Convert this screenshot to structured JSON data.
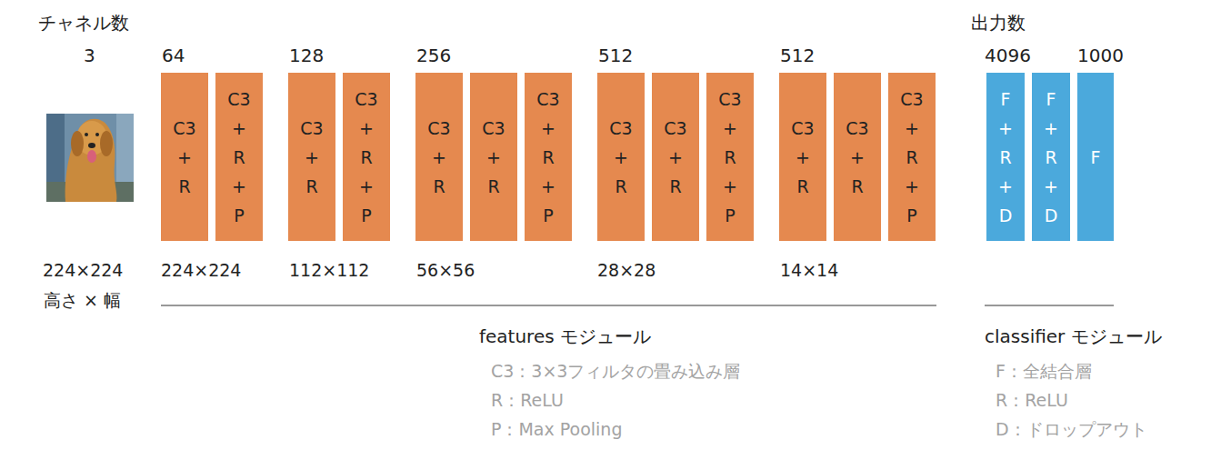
{
  "diagram": {
    "nodes": [
      {
        "text": [
          "C3 + R"
        ]
      },
      {
        "text": [
          "C3 + R + P"
        ]
      },
      {
        "text": [
          "C3 + R"
        ]
      },
      {
        "text": [
          "C3 + R + P"
        ]
      },
      {
        "text": [
          "C3 + R"
        ]
      },
      {
        "text": [
          "C3 + R"
        ]
      },
      {
        "text": [
          "C3 + R + P"
        ]
      },
      {
        "text": [
          "C3 + R"
        ]
      },
      {
        "text": [
          "C3 + R"
        ]
      },
      {
        "text": [
          "C3 + R + P"
        ]
      },
      {
        "text": [
          "C3 + R"
        ]
      },
      {
        "text": [
          "C3 + R"
        ]
      },
      {
        "text": [
          "C3 + R + P"
        ]
      },
      {
        "text": [
          "F + R + D"
        ]
      },
      {
        "text": [
          "F + R + D"
        ]
      },
      {
        "text": [
          "F"
        ]
      }
    ],
    "labels": [
      "チャネル数",
      "3",
      "64",
      "128",
      "256",
      "512",
      "512",
      "出力数",
      "4096",
      "1000",
      "224×224",
      "高さ × 幅",
      "224×224",
      "112×112",
      "56×56",
      "28×28",
      "14×14",
      "features モジュール",
      "C3：3×3フィルタの畳み込み層",
      "R：ReLU",
      "P：Max Pooling",
      "classifier モジュール",
      "F：全結合層",
      "R：ReLU",
      "D：ドロップアウト"
    ]
  }
}
